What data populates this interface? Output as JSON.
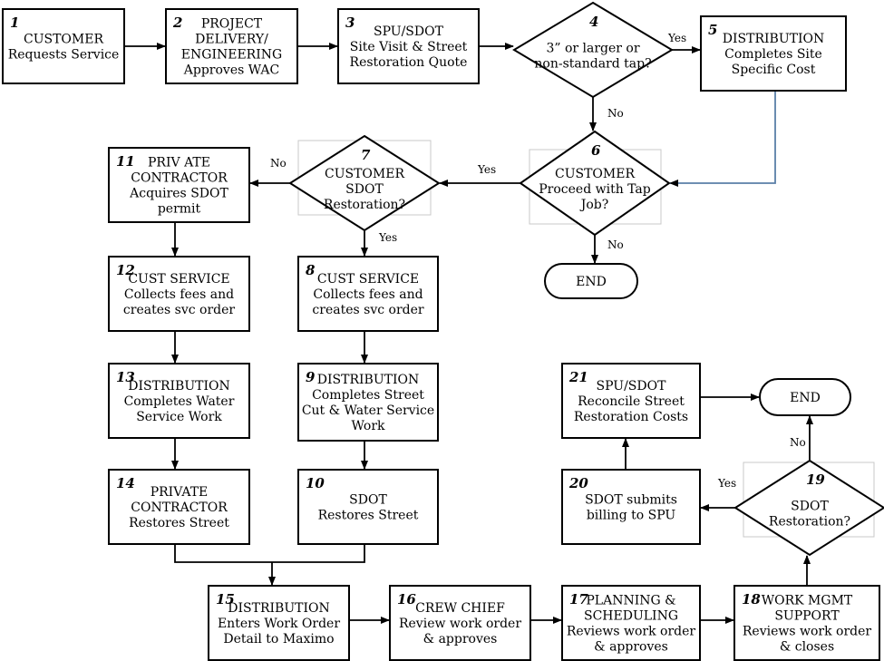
{
  "nodes": {
    "n1": {
      "num": "1",
      "lines": [
        "CUSTOMER",
        "Requests Service"
      ]
    },
    "n2": {
      "num": "2",
      "lines": [
        "PROJECT",
        "DELIVERY/",
        "ENGINEERING",
        "Approves WAC"
      ]
    },
    "n3": {
      "num": "3",
      "lines": [
        "SPU/SDOT",
        "Site Visit & Street",
        "Restoration Quote"
      ]
    },
    "n4": {
      "num": "4",
      "lines": [
        "3” or larger or",
        "non-standard tap?"
      ]
    },
    "n5": {
      "num": "5",
      "lines": [
        "DISTRIBUTION",
        "Completes Site",
        "Specific Cost"
      ]
    },
    "n6": {
      "num": "6",
      "lines": [
        "CUSTOMER",
        "Proceed with Tap",
        "Job?"
      ]
    },
    "n7": {
      "num": "7",
      "lines": [
        "CUSTOMER",
        "SDOT",
        "Restoration?"
      ]
    },
    "n8": {
      "num": "8",
      "lines": [
        "CUST SERVICE",
        "Collects fees and",
        "creates svc order"
      ]
    },
    "n9": {
      "num": "9",
      "lines": [
        "DISTRIBUTION",
        "Completes Street",
        "Cut & Water Service",
        "Work"
      ]
    },
    "n10": {
      "num": "10",
      "lines": [
        "SDOT",
        "Restores Street"
      ]
    },
    "n11": {
      "num": "11",
      "lines": [
        "PRIV ATE",
        "CONTRACTOR",
        "Acquires SDOT",
        "permit"
      ]
    },
    "n12": {
      "num": "12",
      "lines": [
        "CUST SERVICE",
        "Collects fees and",
        "creates svc order"
      ]
    },
    "n13": {
      "num": "13",
      "lines": [
        "DISTRIBUTION",
        "Completes Water",
        "Service Work"
      ]
    },
    "n14": {
      "num": "14",
      "lines": [
        "PRIVATE",
        "CONTRACTOR",
        "Restores Street"
      ]
    },
    "n15": {
      "num": "15",
      "lines": [
        "DISTRIBUTION",
        "Enters Work Order",
        "Detail to Maximo"
      ]
    },
    "n16": {
      "num": "16",
      "lines": [
        "CREW CHIEF",
        "Review work order",
        "& approves"
      ]
    },
    "n17": {
      "num": "17",
      "lines": [
        "PLANNING &",
        "SCHEDULING",
        "Reviews work order",
        "& approves"
      ]
    },
    "n18": {
      "num": "18",
      "lines": [
        "WORK MGMT",
        "SUPPORT",
        "Reviews work order",
        "& closes"
      ]
    },
    "n19": {
      "num": "19",
      "lines": [
        "SDOT",
        "Restoration?"
      ]
    },
    "n20": {
      "num": "20",
      "lines": [
        "SDOT submits",
        "billing to SPU"
      ]
    },
    "n21": {
      "num": "21",
      "lines": [
        "SPU/SDOT",
        "Reconcile Street",
        "Restoration Costs"
      ]
    },
    "end1": {
      "num": "",
      "lines": [
        "END"
      ]
    },
    "end2": {
      "num": "",
      "lines": [
        "END"
      ]
    }
  },
  "edge_labels": {
    "yes_4_5": "Yes",
    "no_4_6": "No",
    "yes_6_7": "Yes",
    "no_6_end": "No",
    "no_7_11": "No",
    "yes_7_8": "Yes",
    "yes_19_20": "Yes",
    "no_19_end": "No"
  }
}
